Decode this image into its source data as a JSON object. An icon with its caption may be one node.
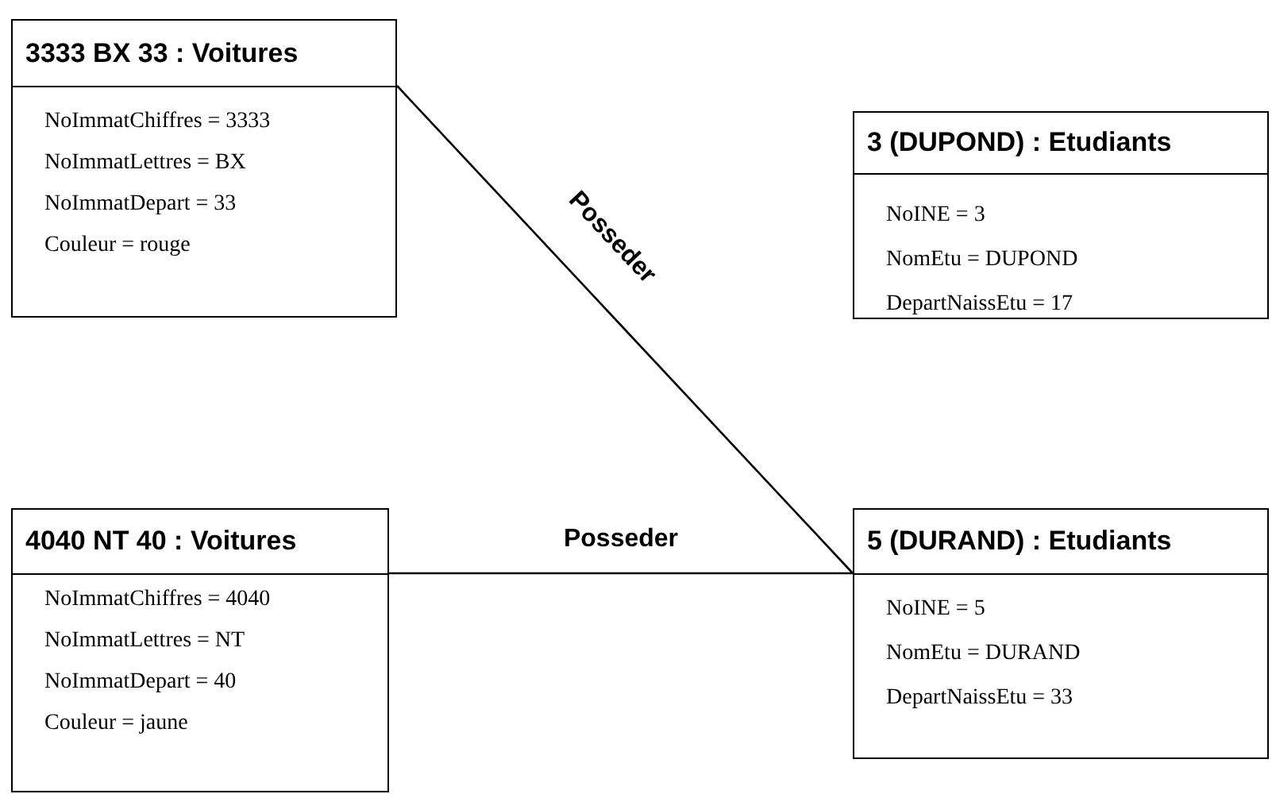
{
  "diagram": {
    "nodes": [
      {
        "text": [
          "3333 BX 33 : Voitures",
          "NoImmatChiffres = 3333",
          "NoImmatLettres = BX",
          "NoImmatDepart = 33",
          "Couleur = rouge"
        ]
      },
      {
        "text": [
          "3 (DUPOND) : Etudiants",
          "NoINE = 3",
          "NomEtu = DUPOND",
          "DepartNaissEtu = 17"
        ]
      },
      {
        "text": [
          "4040 NT 40 : Voitures",
          "NoImmatChiffres = 4040",
          "NoImmatLettres = NT",
          "NoImmatDepart = 40",
          "Couleur = jaune"
        ]
      },
      {
        "text": [
          "5 (DURAND) : Etudiants",
          "NoINE = 5",
          "NomEtu = DURAND",
          "DepartNaissEtu = 33"
        ]
      }
    ],
    "edges": [
      {
        "from": 0,
        "to": 3,
        "arrow": "none",
        "label": "Posseder"
      },
      {
        "from": 2,
        "to": 3,
        "arrow": "none",
        "label": "Posseder"
      }
    ]
  }
}
